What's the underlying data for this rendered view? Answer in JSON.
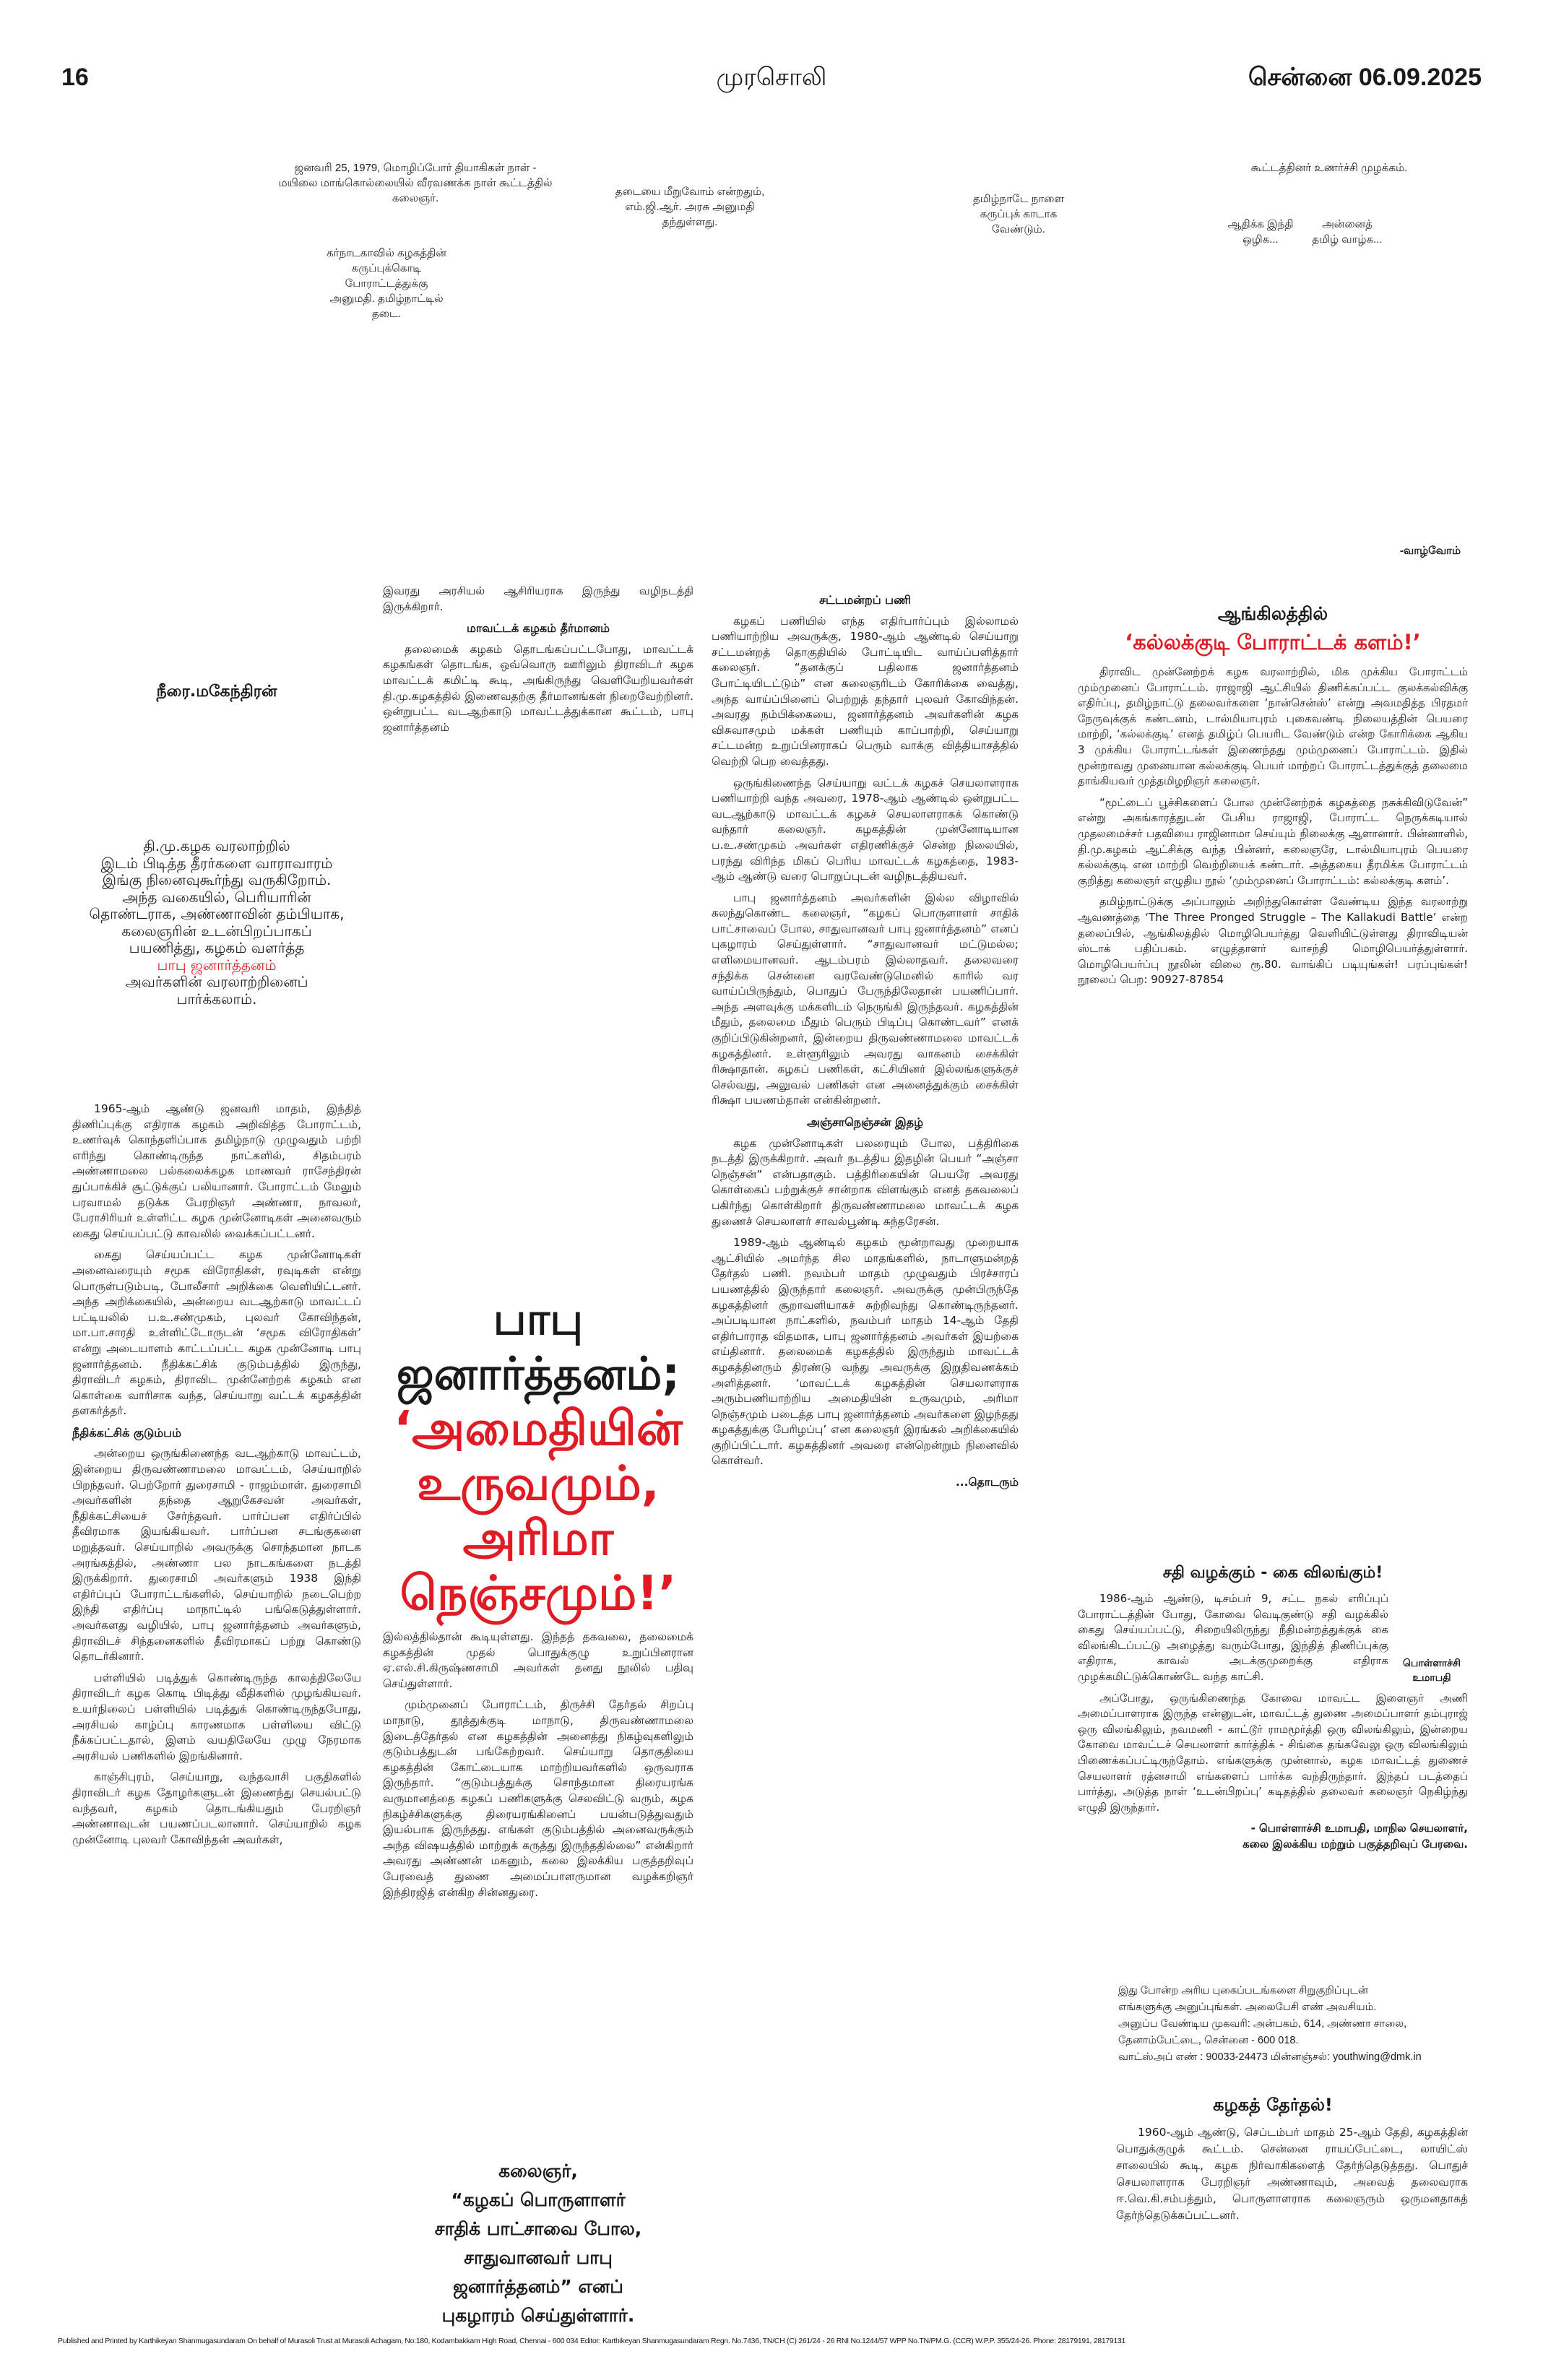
{
  "header": {
    "page_number": "16",
    "masthead": "முரசொலி",
    "dateline": "சென்னை 06.09.2025"
  },
  "photo_captions": {
    "c1": "ஜனவரி 25, 1979, மொழிப்போர் தியாகிகள் நாள் - மயிலை மாங்கொல்லையில் வீரவணக்க நாள் கூட்டத்தில் கலைஞர்.",
    "c2": "கர்நாடகாவில் கழகத்தின் கருப்புக்கொடி போராட்டத்துக்கு அனுமதி. தமிழ்நாட்டில் தடை.",
    "c3": "தடையை மீறுவோம் என்றதும், எம்.ஜி.ஆர். அரசு அனுமதி தந்துள்ளது.",
    "c4": "தமிழ்நாடே நாளை கருப்புக் காடாக வேண்டும்.",
    "c5": "கூட்டத்தினர் உணர்ச்சி முழக்கம்.",
    "c6": "ஆதிக்க இந்தி ஒழிக...",
    "c7": "அன்னைத் தமிழ் வாழ்க...",
    "c8": "-வாழ்வோம்"
  },
  "main_article": {
    "byline": "நீரை.மகேந்திரன்",
    "intro": [
      "தி.மு.கழக வரலாற்றில்",
      "இடம் பிடித்த தீரர்களை வாராவாரம்",
      "இங்கு நினைவுகூர்ந்து வருகிறோம்.",
      "அந்த வகையில், பெரியாரின்",
      "தொண்டராக, அண்ணாவின் தம்பியாக,",
      "கலைஞரின் உடன்பிறப்பாகப்",
      "பயணித்து, கழகம் வளர்த்த",
      "பாபு ஜனார்த்தனம்",
      "அவர்களின் வரலாற்றினைப்",
      "பார்க்கலாம்."
    ],
    "headline_line1": "பாபு ஜனார்த்தனம்;",
    "headline_line2": "‘அமைதியின் உருவமும்,",
    "headline_line3": "அரிமா நெஞ்சமும்!’",
    "col1": [
      "1965-ஆம் ஆண்டு ஜனவரி மாதம், இந்தித் திணிப்புக்கு எதிராக கழகம் அறிவித்த போராட்டம், உணர்வுக் கொந்தளிப்பாக தமிழ்நாடு முழுவதும் பற்றி எரிந்து கொண்டிருந்த நாட்களில், சிதம்பரம் அண்ணாமலை பல்கலைக்கழக மாணவர் ராசேந்திரன் துப்பாக்கிச் சூட்டுக்குப் பலியானார். போராட்டம் மேலும் பரவாமல் தடுக்க பேரறிஞர் அண்ணா, நாவலர், பேராசிரியர் உள்ளிட்ட கழக முன்னோடிகள் அனைவரும் கைது செய்யப்பட்டு காவலில் வைக்கப்பட்டனர்.",
      "கைது செய்யப்பட்ட கழக முன்னோடிகள் அனைவரையும் சமூக விரோதிகள், ரவுடிகள் என்று பொருள்படும்படி, போலீசார் அறிக்கை வெளியிட்டனர். அந்த அறிக்கையில், அன்றைய வடஆற்காடு மாவட்டப் பட்டியலில் ப.உ.சண்முகம், புலவர் கோவிந்தன், மா.பா.சாரதி உள்ளிட்டோருடன் ‘சமூக விரோதிகள்’ என்று அடையாளம் காட்டப்பட்ட கழக முன்னோடி பாபு ஜனார்த்தனம். நீதிக்கட்சிக் குடும்பத்தில் இருந்து, திராவிடர் கழகம், திராவிட முன்னேற்றக் கழகம் என கொள்கை வாரிசாக வந்த, செய்யாறு வட்டக் கழகத்தின் தளகர்த்தர்."
    ],
    "col1_sub": "நீதிக்கட்சிக் குடும்பம்",
    "col1b": [
      "அன்றைய ஒருங்கிணைந்த வடஆற்காடு மாவட்டம், இன்றைய திருவண்ணாமலை மாவட்டம், செய்யாறில் பிறந்தவர். பெற்றோர் துரைசாமி - ராஜம்மாள். துரைசாமி அவர்களின் தந்தை ஆறுகேசவன் அவர்கள், நீதிக்கட்சியைச் சேர்ந்தவர். பார்ப்பன எதிர்ப்பில் தீவிரமாக இயங்கியவர். பார்ப்பன சடங்குகளை மறுத்தவர். செய்யாறில் அவருக்கு சொந்தமான நாடக அரங்கத்தில், அண்ணா பல நாடகங்களை நடத்தி இருக்கிறார். துரைசாமி அவர்களும் 1938 இந்தி எதிர்ப்புப் போராட்டங்களில், செய்யாறில் நடைபெற்ற இந்தி எதிர்ப்பு மாநாட்டில் பங்கெடுத்துள்ளார். அவர்களது வழியில், பாபு ஜனார்த்தனம் அவர்களும், திராவிடச் சிந்தனைகளில் தீவிரமாகப் பற்று கொண்டு தொடர்கினார்.",
      "பள்ளியில் படித்துக் கொண்டிருந்த காலத்திலேயே திராவிடர் கழக கொடி பிடித்து வீதிகளில் முழங்கியவர். உயர்நிலைப் பள்ளியில் படித்துக் கொண்டிருந்தபோது, அரசியல் காழ்ப்பு காரணமாக பள்ளியை விட்டு நீக்கப்பட்டதால், இளம் வயதிலேயே முழு நேரமாக அரசியல் பணிகளில் இறங்கினார்.",
      "காஞ்சிபுரம், செய்யாறு, வந்தவாசி பகுதிகளில் திராவிடர் கழக தோழர்களுடன் இணைந்து செயல்பட்டு வந்தவர், கழகம் தொடங்கியதும் பேரறிஞர் அண்ணாவுடன் பயணப்படலானார். செய்யாறில் கழக முன்னோடி புலவர் கோவிந்தன் அவர்கள்,"
    ],
    "col2_top": "இவரது அரசியல் ஆசிரியராக இருந்து வழிநடத்தி இருக்கிறார்.",
    "col2_sub": "மாவட்டக் கழகம் தீர்மானம்",
    "col2a": "தலைமைக் கழகம் தொடங்கப்பட்டபோது, மாவட்டக் கழகங்கள் தொடங்க, ஒவ்வொரு ஊரிலும் திராவிடர் கழக மாவட்டக் கமிட்டி கூடி, அங்கிருந்து வெளியேறியவர்கள் தி.மு.கழகத்தில் இணைவதற்கு தீர்மானங்கள் நிறைவேற்றினர். ஒன்றுபட்ட வடஆற்காடு மாவட்டத்துக்கான கூட்டம், பாபு ஜனார்த்தனம்",
    "col2b": [
      "இல்லத்தில்தான் கூடியுள்ளது. இந்தத் தகவலை, தலைமைக் கழகத்தின் முதல் பொதுக்குழு உறுப்பினரான ஏ.எல்.சி.கிருஷ்ணசாமி அவர்கள் தனது நூலில் பதிவு செய்துள்ளார்.",
      "மும்முனைப் போராட்டம், திருச்சி தேர்தல் சிறப்பு மாநாடு, தூத்துக்குடி மாநாடு, திருவண்ணாமலை இடைத்தேர்தல் என கழகத்தின் அனைத்து நிகழ்வுகளிலும் குடும்பத்துடன் பங்கேற்றவர். செய்யாறு தொகுதியை கழகத்தின் கோட்டையாக மாற்றியவர்களில் ஒருவராக இருந்தார். “குடும்பத்துக்கு சொந்தமான திரையரங்க வருமானத்தை கழகப் பணிகளுக்கு செலவிட்டு வரும், கழக நிகழ்ச்சிகளுக்கு திரையரங்கினைப் பயன்படுத்துவதும் இயல்பாக இருந்தது. எங்கள் குடும்பத்தில் அனைவருக்கும் அந்த விஷயத்தில் மாற்றுக் கருத்து இருந்ததில்லை” என்கிறார் அவரது அண்ணன் மகனும், கலை இலக்கிய பகுத்தறிவுப் பேரவைத் துணை அமைப்பாளருமான வழக்கறிஞர் இந்திரஜித் என்கிற சின்னதுரை."
    ],
    "pull_quote": [
      "கலைஞர்,",
      "“கழகப் பொருளாளர்",
      "சாதிக் பாட்சாவை போல,",
      "சாதுவானவர் பாபு",
      "ஜனார்த்தனம்” எனப்",
      "புகழாரம் செய்துள்ளார்."
    ],
    "col3_sub1": "சட்டமன்றப் பணி",
    "col3a": [
      "கழகப் பணியில் எந்த எதிர்பார்ப்பும் இல்லாமல் பணியாற்றிய அவருக்கு, 1980-ஆம் ஆண்டில் செய்யாறு சட்டமன்றத் தொகுதியில் போட்டியிட வாய்ப்பளித்தார் கலைஞர். “தனக்குப் பதிலாக ஜனார்த்தனம் போட்டியிடட்டும்” என கலைஞரிடம் கோரிக்கை வைத்து, அந்த வாய்ப்பினைப் பெற்றுத் தந்தார் புலவர் கோவிந்தன். அவரது நம்பிக்கையை, ஜனார்த்தனம் அவர்களின் கழக விசுவாசமும் மக்கள் பணியும் காப்பாற்றி, செய்யாறு சட்டமன்ற உறுப்பினராகப் பெரும் வாக்கு வித்தியாசத்தில் வெற்றி பெற வைத்தது.",
      "ஒருங்கிணைந்த செய்யாறு வட்டக் கழகச் செயலாளராக பணியாற்றி வந்த அவரை, 1978-ஆம் ஆண்டில் ஒன்றுபட்ட வடஆற்காடு மாவட்டக் கழகச் செயலாளராகக் கொண்டு வந்தார் கலைஞர். கழகத்தின் முன்னோடியான ப.உ.சண்முகம் அவர்கள் எதிரணிக்குச் சென்ற நிலையில், பரந்து விரிந்த மிகப் பெரிய மாவட்டக் கழகத்தை, 1983-ஆம் ஆண்டு வரை பொறுப்புடன் வழிநடத்தியவர்.",
      "பாபு ஜனார்த்தனம் அவர்களின் இல்ல விழாவில் கலந்துகொண்ட கலைஞர், “கழகப் பொருளாளர் சாதிக் பாட்சாவைப் போல, சாதுவானவர் பாபு ஜனார்த்தனம்” எனப் புகழாரம் செய்துள்ளார். “சாதுவானவர் மட்டுமல்ல; எளிமையானவர். ஆடம்பரம் இல்லாதவர். தலைவரை சந்திக்க சென்னை வரவேண்டுமெனில் காரில் வர வாய்ப்பிருந்தும், பொதுப் பேருந்திலேதான் பயணிப்பார். அந்த அளவுக்கு மக்களிடம் நெருங்கி இருந்தவர். கழகத்தின் மீதும், தலைமை மீதும் பெரும் பிடிப்பு கொண்டவர்” எனக் குறிப்பிடுகின்றனர், இன்றைய திருவண்ணாமலை மாவட்டக் கழகத்தினர். உள்ளூரிலும் அவரது வாகனம் சைக்கிள் ரிக்ஷாதான். கழகப் பணிகள், கட்சியினர் இல்லங்களுக்குச் செல்வது, அலுவல் பணிகள் என அனைத்துக்கும் சைக்கிள் ரிக்ஷா பயணம்தான் என்கின்றனர்."
    ],
    "col3_sub2": "அஞ்சாநெஞ்சன் இதழ்",
    "col3b": [
      "கழக முன்னோடிகள் பலரையும் போல, பத்திரிகை நடத்தி இருக்கிறார். அவர் நடத்திய இதழின் பெயர் “அஞ்சா நெஞ்சன்” என்பதாகும். பத்திரிகையின் பெயரே அவரது கொள்கைப் பற்றுக்குச் சான்றாக விளங்கும் எனத் தகவலைப் பகிர்ந்து கொள்கிறார் திருவண்ணாமலை மாவட்டக் கழக துணைச் செயலாளர் சாவல்பூண்டி சுந்தரேசன்.",
      "1989-ஆம் ஆண்டில் கழகம் மூன்றாவது முறையாக ஆட்சியில் அமர்ந்த சில மாதங்களில், நாடாளுமன்றத் தேர்தல் பணி. நவம்பர் மாதம் முழுவதும் பிரச்சாரப் பயணத்தில் இருந்தார் கலைஞர். அவருக்கு முன்பிருந்தே கழகத்தினர் சூறாவளியாகச் சுற்றிவந்து கொண்டிருந்தனர். அப்படியான நாட்களில், நவம்பர் மாதம் 14-ஆம் தேதி எதிர்பாராத விதமாக, பாபு ஜனார்த்தனம் அவர்கள் இயற்கை எய்தினார். தலைமைக் கழகத்தில் இருந்தும் மாவட்டக் கழகத்தினரும் திரண்டு வந்து அவருக்கு இறுதிவணக்கம் அளித்தனர். ‘மாவட்டக் கழகத்தின் செயலாளராக அரும்பணியாற்றிய அமைதியின் உருவமும், அரிமா நெஞ்சமும் படைத்த பாபு ஜனார்த்தனம் அவர்களை இழந்தது கழகத்துக்கு பேரிழப்பு’ என கலைஞர் இரங்கல் அறிக்கையில் குறிப்பிட்டார். கழகத்தினர் அவரை என்றென்றும் நினைவில் கொள்வர்."
    ],
    "continued": "...தொடரும்"
  },
  "kallakudi": {
    "title1": "ஆங்கிலத்தில்",
    "title2": "‘கல்லக்குடி போராட்டக் களம்!’",
    "paras": [
      "திராவிட முன்னேற்றக் கழக வரலாற்றில், மிக முக்கிய போராட்டம் மும்முனைப் போராட்டம். ராஜாஜி ஆட்சியில் திணிக்கப்பட்ட குலக்கல்விக்கு எதிர்ப்பு, தமிழ்நாட்டு தலைவர்களை ‘நான்சென்ஸ்’ என்று அவமதித்த பிரதமர் நேருவுக்குக் கண்டனம், டால்மியாபுரம் புகைவண்டி நிலையத்தின் பெயரை மாற்றி, ‘கல்லக்குடி’ எனத் தமிழ்ப் பெயரிட வேண்டும் என்ற கோரிக்கை ஆகிய 3 முக்கிய போராட்டங்கள் இணைந்தது மும்முனைப் போராட்டம். இதில் மூன்றாவது முனையான கல்லக்குடி பெயர் மாற்றப் போராட்டத்துக்குத் தலைமை தாங்கியவர் முத்தமிழறிஞர் கலைஞர்.",
      "“மூட்டைப் பூச்சிகளைப் போல முன்னேற்றக் கழகத்தை நசுக்கிவிடுவேன்” என்று அகங்காரத்துடன் பேசிய ராஜாஜி, போராட்ட நெருக்கடியால் முதலமைச்சர் பதவியை ராஜினாமா செய்யும் நிலைக்கு ஆளானார். பின்னாளில், தி.மு.கழகம் ஆட்சிக்கு வந்த பின்னர், கலைஞரே, டால்மியாபுரம் பெயரை கல்லக்குடி என மாற்றி வெற்றியைக் கண்டார். அத்தகைய தீரமிக்க போராட்டம் குறித்து கலைஞர் எழுதிய நூல் ‘மும்முனைப் போராட்டம்: கல்லக்குடி களம்’.",
      "தமிழ்நாட்டுக்கு அப்பாலும் அறிந்துகொள்ள வேண்டிய இந்த வரலாற்று ஆவணத்தை ‘The Three Pronged Struggle – The Kallakudi Battle’ என்ற தலைப்பில், ஆங்கிலத்தில் மொழிபெயர்த்து வெளியிட்டுள்ளது திராவிடியன் ஸ்டாக் பதிப்பகம். எழுத்தாளர் வாசந்தி மொழிபெயர்த்துள்ளார். மொழிபெயர்ப்பு நூலின் விலை ரூ.80. வாங்கிப் படியுங்கள்! பரப்புங்கள்! நூலைப் பெற: 90927-87854"
    ]
  },
  "sathi": {
    "title": "சதி வழக்கும் - கை விலங்கும்!",
    "photo_caption": "பொள்ளாச்சி உமாபதி",
    "paras": [
      "1986-ஆம் ஆண்டு, டிசம்பர் 9, சட்ட நகல் எரிப்புப் போராட்டத்தின் போது, கோவை வெடிகுண்டு சதி வழக்கில் கைது செய்யப்பட்டு, சிறையிலிருந்து நீதிமன்றத்துக்குக் கை விலங்கிடப்பட்டு அழைத்து வரும்போது, இந்தித் திணிப்புக்கு எதிராக, காவல் அடக்குமுறைக்கு எதிராக முழக்கமிட்டுக்கொண்டே வந்த காட்சி.",
      "அப்போது, ஒருங்கிணைந்த கோவை மாவட்ட இளைஞர் அணி அமைப்பாளராக இருந்த என்னுடன், மாவட்டத் துணை அமைப்பாளர் தம்புராஜ் ஒரு விலங்கிலும், நவமணி - காட்டூர் ராமமூர்த்தி ஒரு விலங்கிலும், இன்றைய கோவை மாவட்டச் செயலாளர் கார்த்திக் - சிங்கை தங்கவேலு ஒரு விலங்கிலும் பிணைக்கப்பட்டிருந்தோம். எங்களுக்கு முன்னால், கழக மாவட்டத் துணைச் செயலாளர் ரத்னசாமி எங்களைப் பார்க்க வந்திருந்தார். இந்தப் படத்தைப் பார்த்து, அடுத்த நாள் ‘உடன்பிறப்பு’ கடிதத்தில் தலைவர் கலைஞர் நெகிழ்ந்து எழுதி இருந்தார்."
    ],
    "signature1": "- பொள்ளாச்சி உமாபதி, மாநில செயலாளர்,",
    "signature2": "கலை இலக்கிய மற்றும் பகுத்தறிவுப் பேரவை."
  },
  "notice": {
    "line1": "இது போன்ற அரிய புகைப்படங்களை சிறுகுறிப்புடன்",
    "line2": "எங்களுக்கு அனுப்புங்கள். அலைபேசி எண் அவசியம்.",
    "line3": "அனுப்ப வேண்டிய முகவரி: அன்பகம், 614, அண்ணா சாலை,",
    "line4": "தேனாம்பேட்டை, சென்னை - 600 018.",
    "line5": "வாட்ஸ்அப் எண் : 90033-24473 மின்னஞ்சல்: youthwing@dmk.in"
  },
  "kazhaga_therthal": {
    "title": "கழகத் தேர்தல்!",
    "para": "1960-ஆம் ஆண்டு, செப்டம்பர் மாதம் 25-ஆம் தேதி, கழகத்தின் பொதுக்குழுக் கூட்டம். சென்னை ராயப்பேட்டை, லாயிட்ஸ் சாலையில் கூடி, கழக நிர்வாகிகளைத் தேர்ந்தெடுத்தது. பொதுச் செயலாளராக பேரறிஞர் அண்ணாவும், அவைத் தலைவராக ஈ.வெ.கி.சம்பத்தும், பொருளாளராக கலைஞரும் ஒருமனதாகத் தேர்ந்தெடுக்கப்பட்டனர்."
  },
  "footer": "Published and Printed by Karthikeyan Shanmugasundaram On behalf of Murasoli Trust at Murasoli Achagam, No:180, Kodambakkam High Road, Chennai - 600 034 Editor: Karthikeyan Shanmugasundaram Regn. No.7436, TN/CH (C) 261/24 - 26 RNI No.1244/57 WPP No.TN/PM.G. (CCR) W.P.P. 355/24-26. Phone: 28179191, 28179131",
  "colors": {
    "accent_red": "#e01b24",
    "text": "#1a1a1a"
  }
}
